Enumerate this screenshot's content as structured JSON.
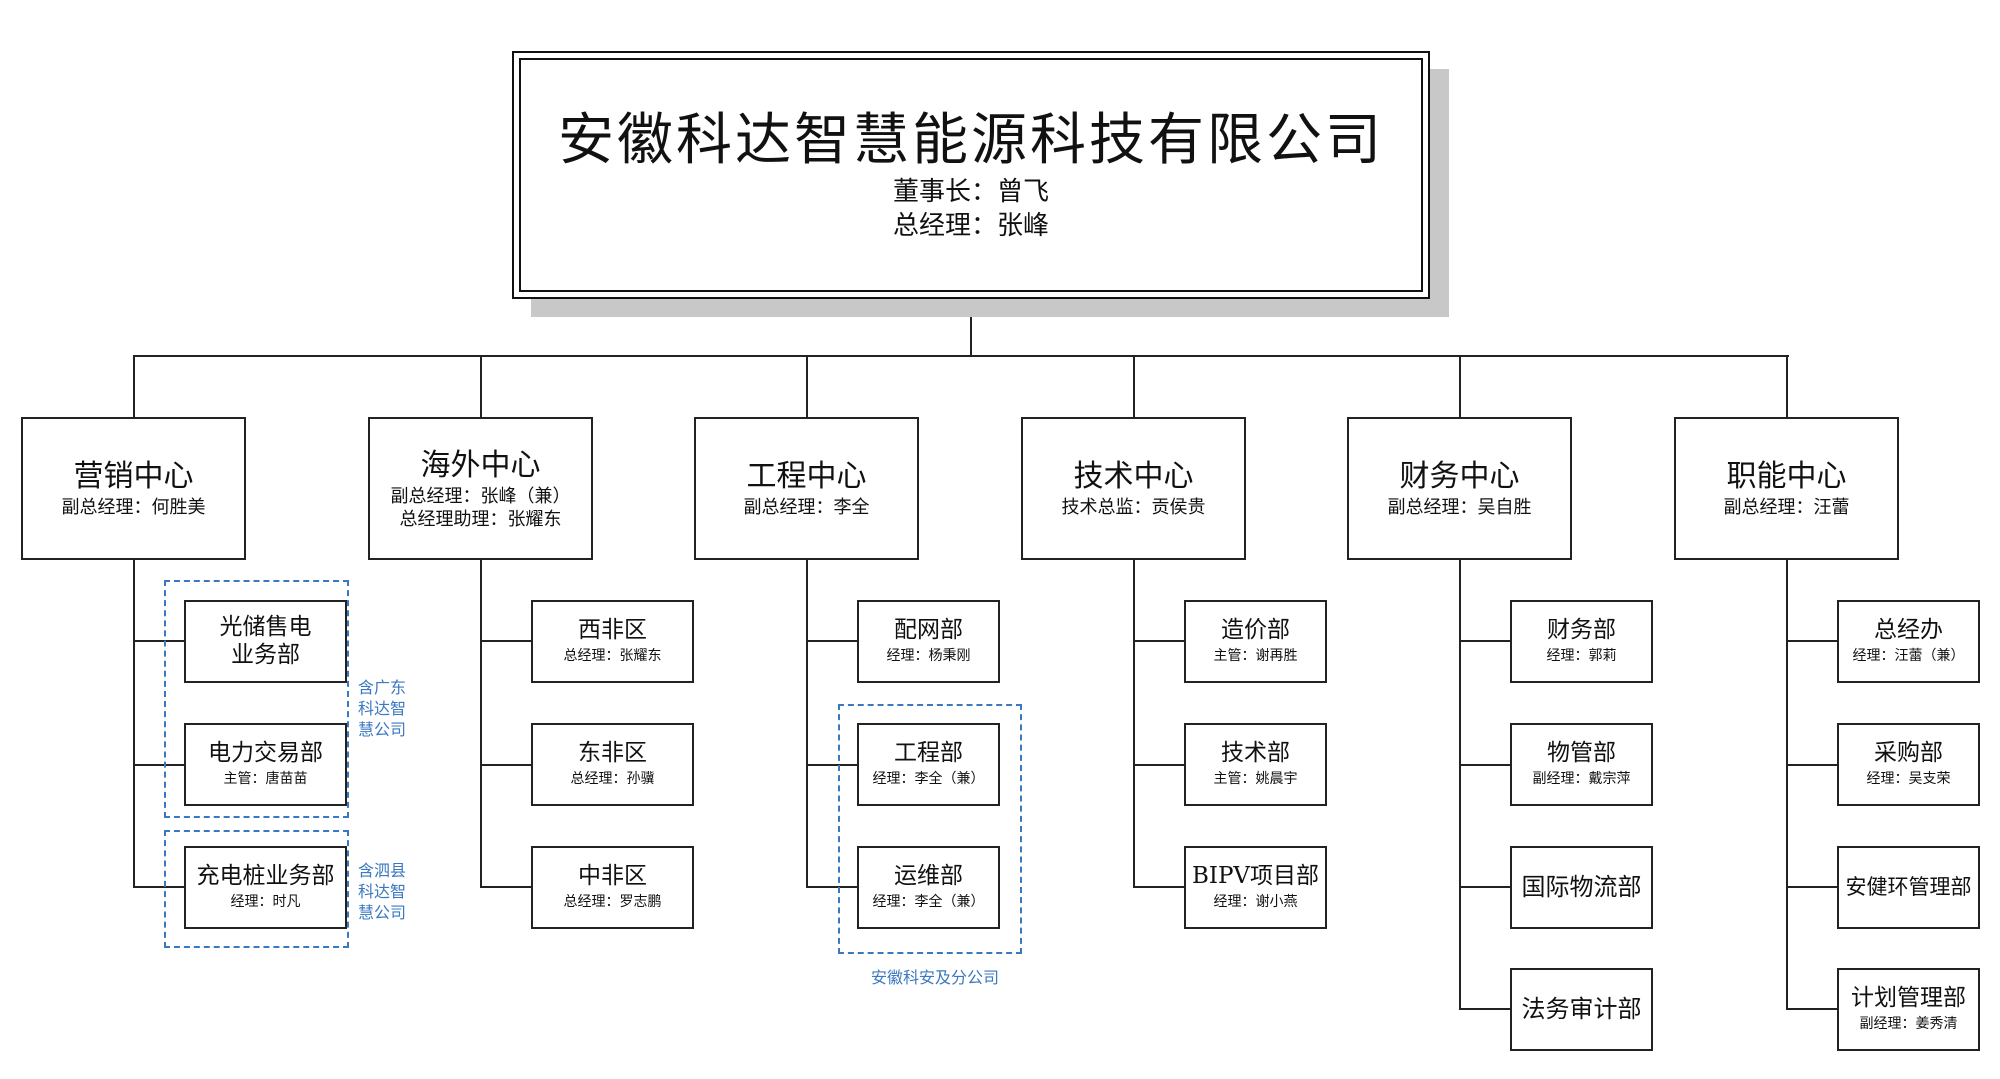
{
  "company": {
    "name": "安徽科达智慧能源科技有限公司",
    "chairman": "董事长：曾飞",
    "general_manager": "总经理：张峰"
  },
  "centers": [
    {
      "title": "营销中心",
      "subtitles": [
        "副总经理：何胜美"
      ],
      "departments": [
        {
          "title": "光储售电业务部",
          "subtitle": ""
        },
        {
          "title": "电力交易部",
          "subtitle": "主管：唐苗苗"
        },
        {
          "title": "充电桩业务部",
          "subtitle": "经理：时凡"
        }
      ],
      "groups": [
        {
          "note": "含广东科达智慧公司"
        },
        {
          "note": "含泗县科达智慧公司"
        }
      ]
    },
    {
      "title": "海外中心",
      "subtitles": [
        "副总经理：张峰（兼）",
        "总经理助理：张耀东"
      ],
      "departments": [
        {
          "title": "西非区",
          "subtitle": "总经理：张耀东"
        },
        {
          "title": "东非区",
          "subtitle": "总经理：孙骥"
        },
        {
          "title": "中非区",
          "subtitle": "总经理：罗志鹏"
        }
      ]
    },
    {
      "title": "工程中心",
      "subtitles": [
        "副总经理：李全"
      ],
      "departments": [
        {
          "title": "配网部",
          "subtitle": "经理：杨秉刚"
        },
        {
          "title": "工程部",
          "subtitle": "经理：李全（兼）"
        },
        {
          "title": "运维部",
          "subtitle": "经理：李全（兼）"
        }
      ],
      "groups": [
        {
          "note": "安徽科安及分公司"
        }
      ]
    },
    {
      "title": "技术中心",
      "subtitles": [
        "技术总监：贡侯贵"
      ],
      "departments": [
        {
          "title": "造价部",
          "subtitle": "主管：谢再胜"
        },
        {
          "title": "技术部",
          "subtitle": "主管：姚晨宇"
        },
        {
          "title": "BIPV项目部",
          "subtitle": "经理：谢小燕"
        }
      ]
    },
    {
      "title": "财务中心",
      "subtitles": [
        "副总经理：吴自胜"
      ],
      "departments": [
        {
          "title": "财务部",
          "subtitle": "经理：郭莉"
        },
        {
          "title": "物管部",
          "subtitle": "副经理：戴宗萍"
        },
        {
          "title": "国际物流部",
          "subtitle": ""
        },
        {
          "title": "法务审计部",
          "subtitle": ""
        }
      ]
    },
    {
      "title": "职能中心",
      "subtitles": [
        "副总经理：汪蕾"
      ],
      "departments": [
        {
          "title": "总经办",
          "subtitle": "经理：汪蕾（兼）"
        },
        {
          "title": "采购部",
          "subtitle": "经理：吴支荣"
        },
        {
          "title": "安健环管理部",
          "subtitle": ""
        },
        {
          "title": "计划管理部",
          "subtitle": "副经理：姜秀清"
        }
      ]
    }
  ]
}
